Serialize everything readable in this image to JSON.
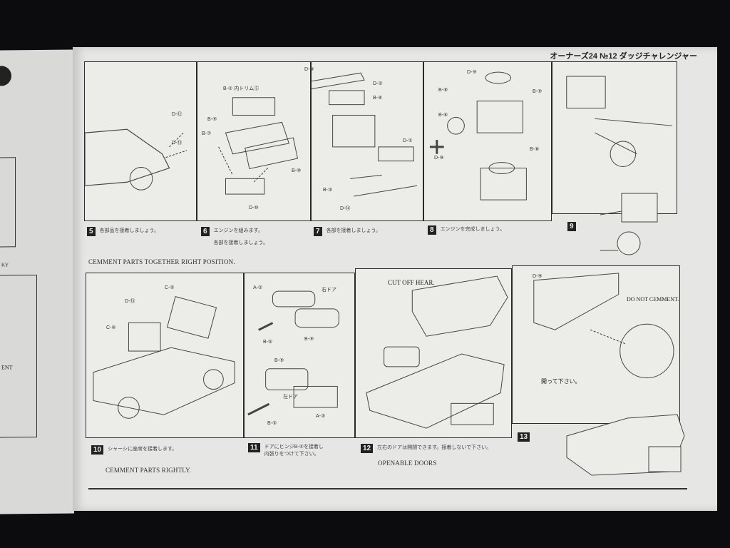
{
  "header": "オーナーズ24 №12 ダッジチャレンジャー",
  "steps": [
    {
      "num": "5",
      "text": "各部品を接着しましょう。"
    },
    {
      "num": "6",
      "text": "エンジンを組みます。",
      "text2": "各部を接着しましょう。"
    },
    {
      "num": "7",
      "text": "各部を接着しましょう。"
    },
    {
      "num": "8",
      "text": "エンジンを完成しましょう。"
    },
    {
      "num": "9"
    },
    {
      "num": "10",
      "text": "シャーシに座席を接着します。"
    },
    {
      "num": "11",
      "text": "ドアにヒンジB-⑤を接着し",
      "text2": "内張りをつけて下さい。"
    },
    {
      "num": "12",
      "text": "左右のドアは開閉できます。接着しないで下さい。"
    },
    {
      "num": "13"
    }
  ],
  "captions": {
    "row1": "CEMMENT PARTS TOGETHER RIGHT POSITION.",
    "row2_left": "CEMMENT PARTS RIGHTLY.",
    "row2_mid": "OPENABLE DOORS"
  },
  "notes": {
    "cut_off": "CUT OFF HEAR.",
    "do_not": "DO NOT CEMMENT.",
    "open": "開って下さい。"
  },
  "parts": {
    "p5": [
      "D-⑫",
      "D-⑬"
    ],
    "p6": [
      "B-② 内トリム⑤",
      "B-⑨",
      "B-⑦",
      "B-⑩",
      "D-⑩"
    ],
    "p7": [
      "D-③",
      "D-②",
      "B-④",
      "D-①",
      "B-③",
      "D-⑭"
    ],
    "p8": [
      "D-⑨",
      "B-⑧",
      "B-⑥",
      "B-⑨",
      "B-⑧",
      "D-⑨"
    ],
    "p10": [
      "C-⑤",
      "D-⑬",
      "C-⑥"
    ],
    "p11": [
      "A-②",
      "右ドア",
      "B-⑤",
      "B-⑨",
      "B-⑨",
      "左ドア",
      "A-③",
      "B-⑤"
    ],
    "p13": [
      "D-⑨"
    ]
  },
  "leftpage": {
    "frag1": "ENT",
    "frag2": "KY"
  }
}
